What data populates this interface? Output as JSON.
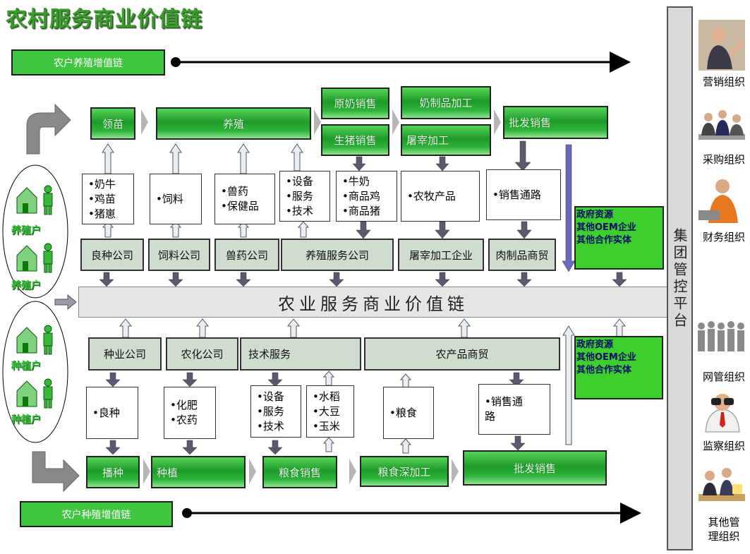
{
  "title": "农村服务商业价值链",
  "breeding_chain_label": "农户养殖增值链",
  "planting_chain_label": "农户种殖增值链",
  "main_bar": "农业服务商业价值链",
  "platform": "集团管控平台",
  "roles": {
    "breeder_1": "养殖户",
    "breeder_2": "养殖户",
    "planter_1": "种植户",
    "planter_2": "种植户"
  },
  "top_flow": {
    "lingmiao": "领苗",
    "yangzhi": "养殖",
    "yuannai": "原奶销售",
    "shengzhu": "生猪销售",
    "naizhipin": "奶制品加工",
    "tuzai": "屠宰加工",
    "pifa": "批发销售"
  },
  "top_products": {
    "p1": [
      "•奶牛",
      "•鸡苗",
      "•猪崽"
    ],
    "p2": [
      "•饲料"
    ],
    "p3": [
      "•兽药",
      "•保健品"
    ],
    "p4": [
      "•设备",
      "•服务",
      "•技术"
    ],
    "p5": [
      "•牛奶",
      "•商品鸡",
      "•商品猪"
    ],
    "p6": [
      "•农牧产品"
    ],
    "p7": [
      "•销售通路"
    ]
  },
  "top_companies": {
    "c1": "良种公司",
    "c2": "饲料公司",
    "c3": "兽药公司",
    "c4": "养殖服务公司",
    "c5": "屠宰加工企业",
    "c6": "肉制品商贸"
  },
  "resources_top": [
    "政府资源",
    "其他OEM企业",
    "其他合作实体"
  ],
  "resources_bottom": [
    "政府资源",
    "其他OEM企业",
    "其他合作实体"
  ],
  "bottom_companies": {
    "c1": "种业公司",
    "c2": "农化公司",
    "c3": "技术服务",
    "c4": "农产品商贸"
  },
  "bottom_products": {
    "p1": [
      "•良种"
    ],
    "p2": [
      "•化肥",
      "•农药"
    ],
    "p3": [
      "•设备",
      "•服务",
      "•技术"
    ],
    "p4": [
      "•水稻",
      "•大豆",
      "•玉米"
    ],
    "p5": [
      "•粮食"
    ],
    "p6": [
      "•销售通",
      "路"
    ]
  },
  "bottom_flow": {
    "bozhong": "播种",
    "zhongzhi": "种植",
    "liangshi": "粮食销售",
    "shenjiagong": "粮食深加工",
    "pifa": "批发销售"
  },
  "orgs": {
    "marketing": "营销组织",
    "purchasing": "采购组织",
    "finance": "财务组织",
    "network": "网管组织",
    "supervision": "监察组织",
    "other": [
      "其他管",
      "理组织"
    ]
  },
  "colors": {
    "accent_green": "#3cc33c",
    "box_green": "#1e9a2a",
    "bright_green": "#3ccf2e",
    "gray_box": "#cfdccf",
    "arrow_gray": "#5a5a6e"
  }
}
